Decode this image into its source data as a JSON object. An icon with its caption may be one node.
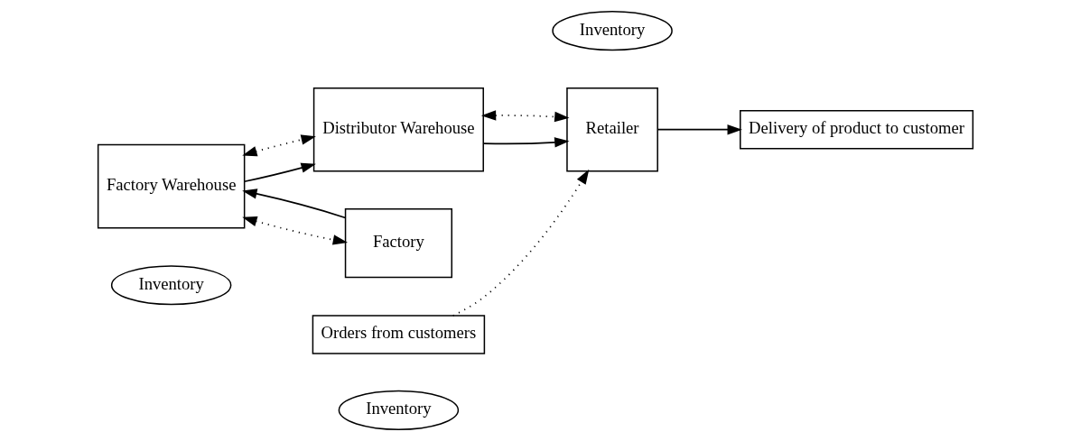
{
  "diagram": {
    "nodes": [
      {
        "text": [
          "Inventory"
        ]
      },
      {
        "text": [
          "Inventory"
        ]
      },
      {
        "text": [
          "Factory Warehouse"
        ]
      },
      {
        "text": [
          "Distributor Warehouse"
        ]
      },
      {
        "text": [
          "Inventory"
        ]
      },
      {
        "text": [
          "Retailer"
        ]
      },
      {
        "text": [
          "Factory"
        ]
      },
      {
        "text": [
          "Orders from customers"
        ]
      },
      {
        "text": [
          "Delivery of product to customer"
        ]
      }
    ],
    "edges": [
      {
        "from": 6,
        "to": 2,
        "arrow": "to"
      },
      {
        "from": 2,
        "to": 3,
        "arrow": "to"
      },
      {
        "from": 2,
        "to": 3,
        "arrow": "both",
        "style": "dashed"
      },
      {
        "from": 2,
        "to": 6,
        "arrow": "both",
        "style": "dashed"
      },
      {
        "from": 3,
        "to": 5,
        "arrow": "to"
      },
      {
        "from": 3,
        "to": 5,
        "arrow": "both",
        "style": "dashed"
      },
      {
        "from": 7,
        "to": 5,
        "arrow": "to",
        "style": "dashed"
      },
      {
        "from": 5,
        "to": 8,
        "arrow": "to"
      }
    ]
  }
}
